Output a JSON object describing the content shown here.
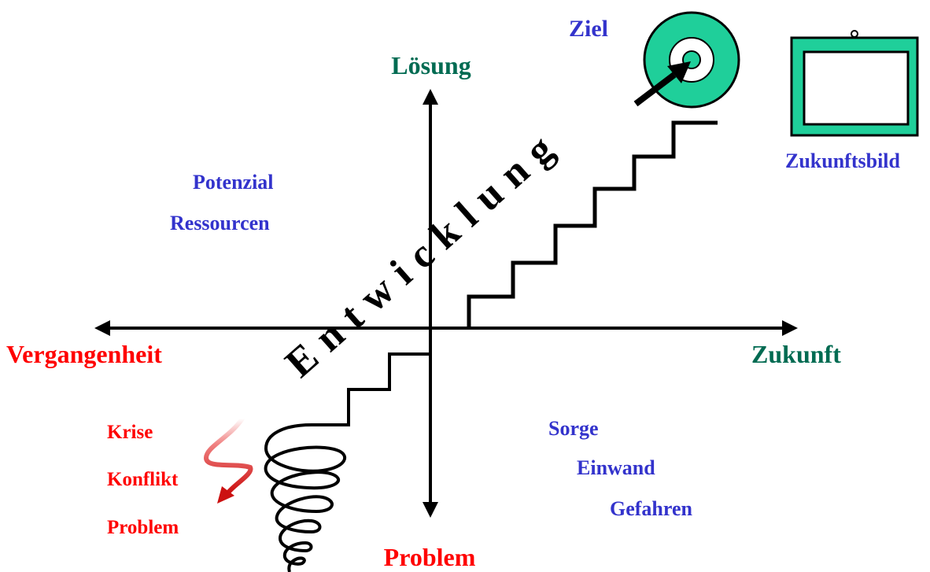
{
  "axes": {
    "top_label": "Lösung",
    "bottom_label": "Problem",
    "left_label": "Vergangenheit",
    "right_label": "Zukunft"
  },
  "diagonal_word": "E n t w i c k l u n g",
  "goal": {
    "label": "Ziel",
    "icon": "target-icon"
  },
  "future_picture": {
    "label": "Zukunftsbild",
    "icon": "picture-frame-icon"
  },
  "upper_left": {
    "line1": "Potenzial",
    "line2": "Ressourcen"
  },
  "lower_left": {
    "line1": "Krise",
    "line2": "Konflikt",
    "line3": "Problem"
  },
  "lower_right": {
    "line1": "Sorge",
    "line2": "Einwand",
    "line3": "Gefahren"
  },
  "colors": {
    "red": "#ff0000",
    "green_text": "#006b52",
    "blue_text": "#3333cc",
    "target_fill": "#1fcf9a",
    "black": "#000000"
  }
}
